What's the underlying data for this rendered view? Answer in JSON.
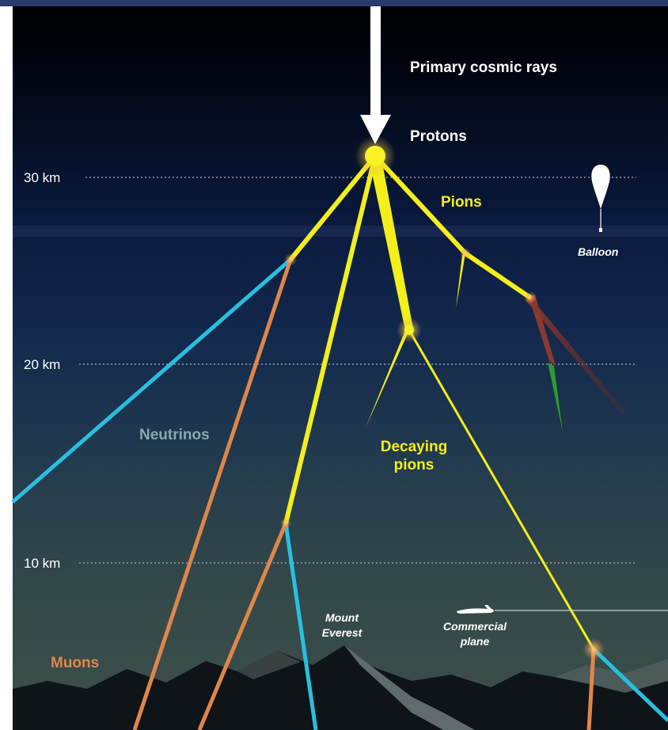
{
  "labels": {
    "primary": "Primary cosmic rays",
    "protons": "Protons",
    "pions": "Pions",
    "balloon": "Balloon",
    "neutrinos": "Neutrinos",
    "decaying_line1": "Decaying",
    "decaying_line2": "pions",
    "everest_line1": "Mount",
    "everest_line2": "Everest",
    "plane_line1": "Commercial",
    "plane_line2": "plane",
    "muons": "Muons"
  },
  "altitudes": [
    "30 km",
    "20 km",
    "10 km"
  ],
  "colors": {
    "frame": "#2a3a6b",
    "sky_top": "#000000",
    "sky_mid": "#0d2149",
    "sky_bottom": "#3a4d4a",
    "pion": "#f3ef1a",
    "neutrino": "#27c0e0",
    "muon": "#e0864a",
    "decay_red": "#8a3a2e",
    "decay_green": "#2e9a2e",
    "mountains": "#0e1418",
    "label_pion": "#f3ef1a",
    "label_neutrino": "#8aa7b1",
    "label_muon": "#e0864a",
    "label_white": "#ffffff"
  },
  "icons": [
    "arrow-down-icon",
    "balloon-icon",
    "airplane-icon"
  ]
}
